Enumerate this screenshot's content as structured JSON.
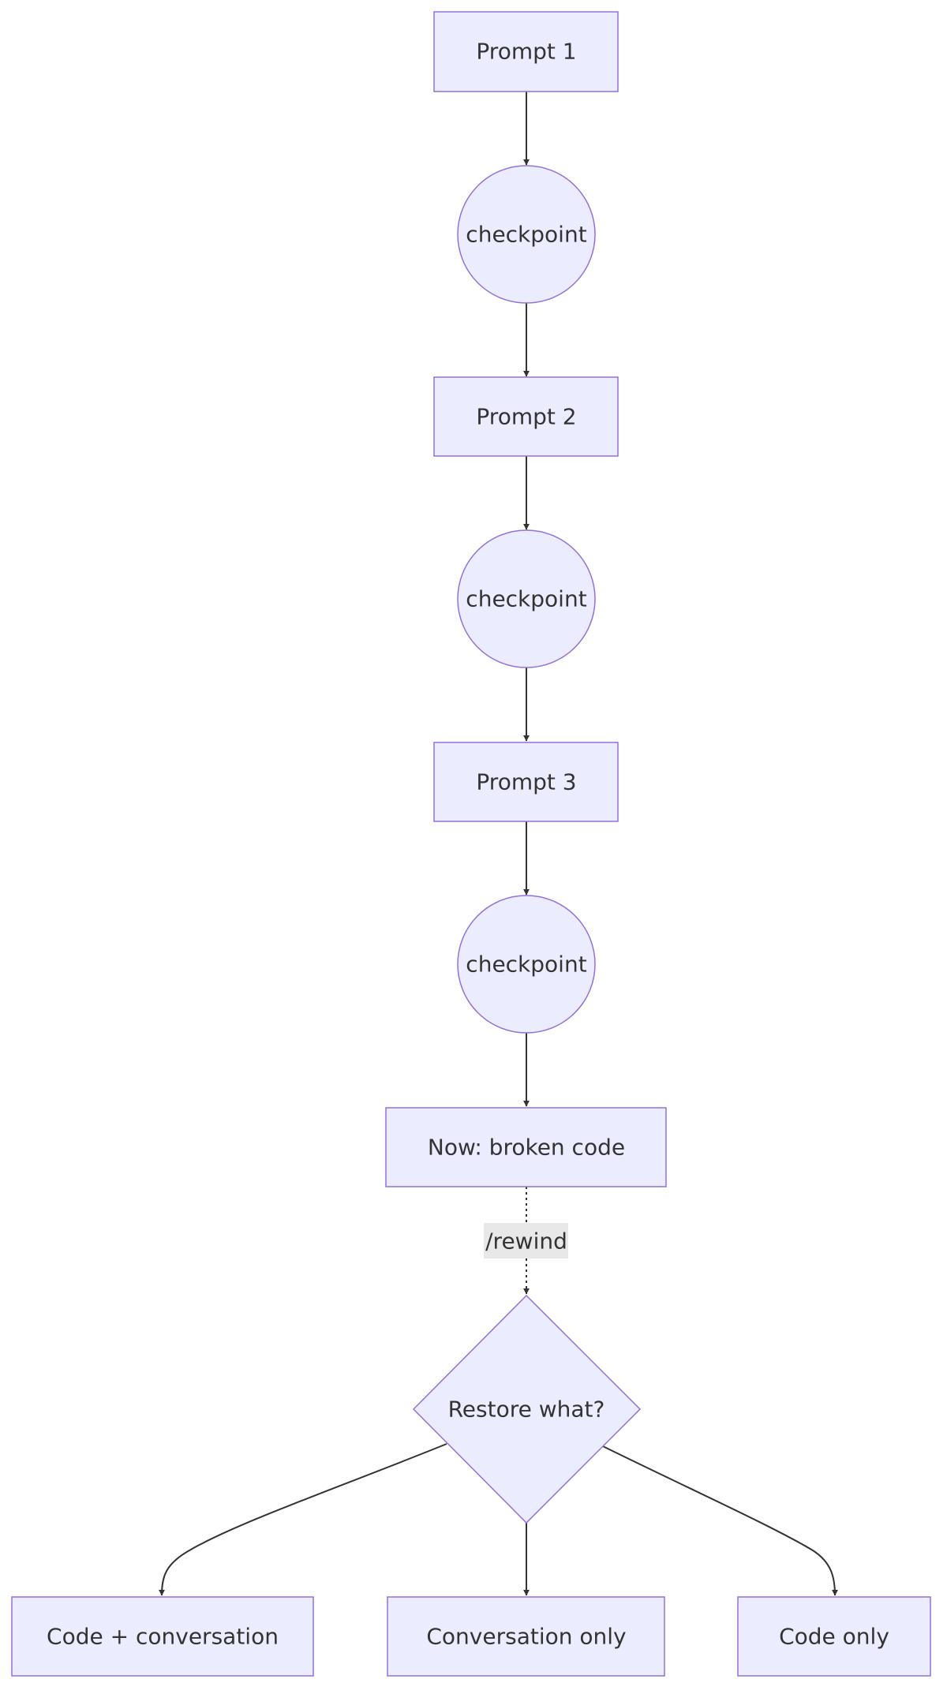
{
  "diagram": {
    "nodes": {
      "prompt1": "Prompt 1",
      "checkpoint1": "checkpoint",
      "prompt2": "Prompt 2",
      "checkpoint2": "checkpoint",
      "prompt3": "Prompt 3",
      "checkpoint3": "checkpoint",
      "now": "Now: broken code",
      "decision": "Restore what?",
      "opt_both": "Code + conversation",
      "opt_conv": "Conversation only",
      "opt_code": "Code only"
    },
    "edges": {
      "rewind_label": "/rewind"
    },
    "colors": {
      "node_fill": "#ECECFF",
      "node_stroke": "#9370DB",
      "edge": "#333333",
      "label_bg": "#e8e8e8"
    }
  }
}
